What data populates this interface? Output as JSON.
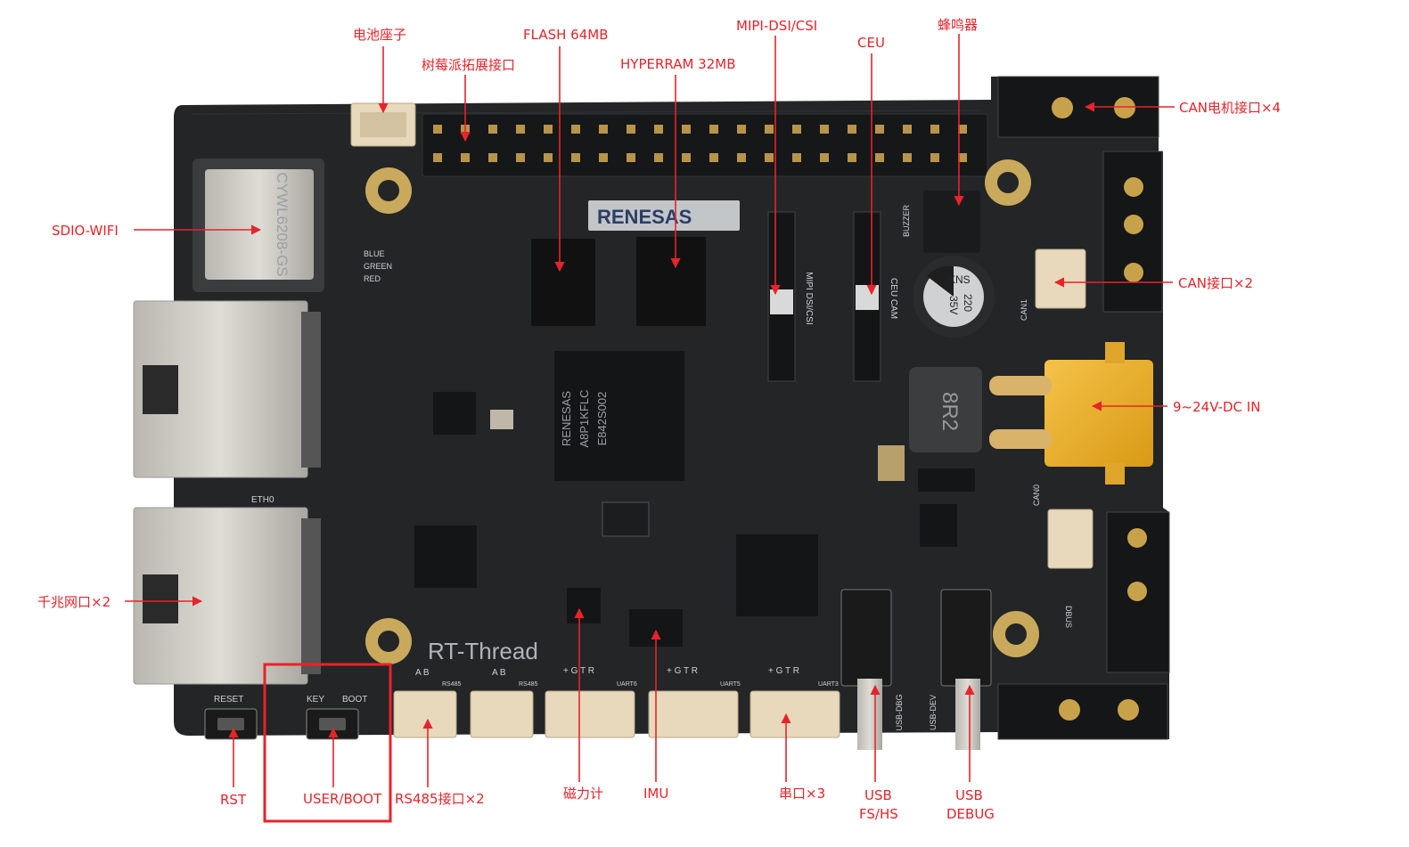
{
  "labels": {
    "battery": "电池座子",
    "rpi_header": "树莓派拓展接口",
    "flash": "FLASH 64MB",
    "hyperram": "HYPERRAM 32MB",
    "mipi": "MIPI-DSI/CSI",
    "ceu": "CEU",
    "buzzer": "蜂鸣器",
    "can_motor": "CAN电机接口×4",
    "sdio_wifi": "SDIO-WIFI",
    "can_port": "CAN接口×2",
    "dc_in": "9~24V-DC IN",
    "ethernet": "千兆网口×2",
    "rst": "RST",
    "user_boot": "USER/BOOT",
    "rs485": "RS485接口×2",
    "magnetometer": "磁力计",
    "imu": "IMU",
    "uart": "串口×3",
    "usb_fs_1": "USB",
    "usb_fs_2": "FS/HS",
    "usb_debug_1": "USB",
    "usb_debug_2": "DEBUG"
  },
  "board": {
    "renesas_logo": "RENESAS",
    "rt_thread_logo": "RT-Thread",
    "wifi_module": "CYWL6208-GS",
    "mcu_marking": "RENESAS",
    "mcu_marking_2": "A8P1KFLC",
    "mcu_marking_3": "E842S002",
    "inductor": "8R2",
    "cap_brand": "KNS",
    "cap_value": "220",
    "cap_voltage": "35V",
    "reset_silk": "RESET",
    "key_silk": "KEY",
    "boot_silk": "BOOT",
    "eth_silk": "ETH0",
    "buzzer_silk": "BUZZER",
    "mipi_silk": "MIPI DSI/CSI",
    "ceu_silk": "CEU CAM",
    "usb_dbg_silk": "USB-DBG",
    "usb_dev_silk": "USB-DEV",
    "can1_silk": "CAN1",
    "can0_silk": "CAN0",
    "dbus_silk": "DBUS",
    "led_blue": "BLUE",
    "led_green": "GREEN",
    "led_red": "RED",
    "rs485_silk_1": "RS485",
    "rs485_silk_2": "RS485",
    "uart6_silk": "UART6",
    "uart5_silk": "UART5",
    "uart3_silk": "UART3",
    "ab_1": "A  B",
    "ab_2": "A  B",
    "pins_gtr_1": "+ G T R",
    "pins_gtr_2": "+ G T R",
    "pins_gtr_3": "+ G T R"
  },
  "colors": {
    "annotation": "#e8232a",
    "pcb": "#232527",
    "highlight_box": "#e8232a"
  }
}
